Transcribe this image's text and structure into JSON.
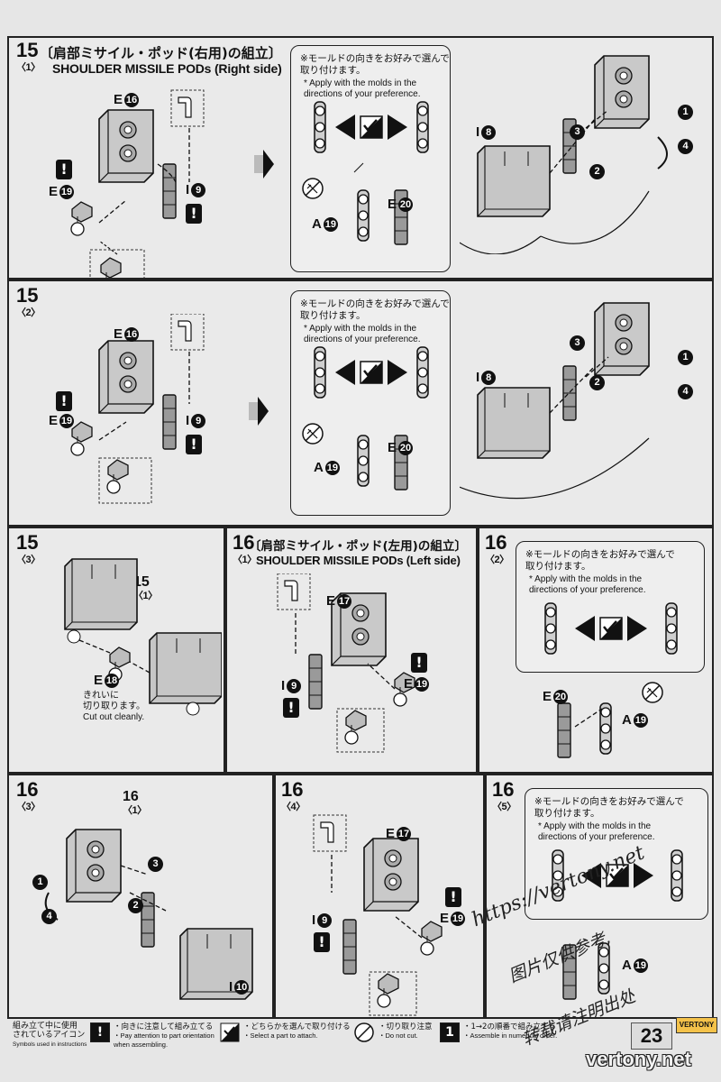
{
  "panels": {
    "p15_1": {
      "step": "15",
      "sub": "〈1〉",
      "ja": "〔肩部ミサイル・ポッド(右用)の組立〕",
      "en": "SHOULDER MISSILE PODs (Right side)"
    },
    "p15_2": {
      "step": "15",
      "sub": "〈2〉"
    },
    "p15_3": {
      "step": "15",
      "sub": "〈3〉",
      "ref_step": "15",
      "ref_sub": "〈1〉",
      "cut_ja_1": "きれいに",
      "cut_ja_2": "切り取ります。",
      "cut_en": "Cut out cleanly."
    },
    "p16_1": {
      "step": "16",
      "sub": "〈1〉",
      "ja": "〔肩部ミサイル・ポッド(左用)の組立〕",
      "en": "SHOULDER MISSILE PODs (Left side)"
    },
    "p16_2": {
      "step": "16",
      "sub": "〈2〉"
    },
    "p16_3": {
      "step": "16",
      "sub": "〈3〉",
      "ref_step": "16",
      "ref_sub": "〈1〉"
    },
    "p16_4": {
      "step": "16",
      "sub": "〈4〉"
    },
    "p16_5": {
      "step": "16",
      "sub": "〈5〉"
    }
  },
  "note": {
    "ja_1": "※モールドの向きをお好みで選んで",
    "ja_2": "取り付けます。",
    "en_1": "* Apply with the molds in the",
    "en_2": "directions of your preference."
  },
  "parts": {
    "E": "E",
    "A": "A",
    "I": "I",
    "n8": "8",
    "n9": "9",
    "n10": "10",
    "n16": "16",
    "n17": "17",
    "n18": "18",
    "n19": "19",
    "n20": "20"
  },
  "order": {
    "n1": "1",
    "n2": "2",
    "n3": "3",
    "n4": "4"
  },
  "warn_symbol": "!",
  "legend": {
    "title_ja_1": "組み立て中に使用",
    "title_ja_2": "されているアイコン",
    "title_en": "Symbols used in instructions",
    "i1_ja": "・向きに注意して組み立てる",
    "i1_en_1": "・Pay attention to part orientation",
    "i1_en_2": "when assembling.",
    "i2_ja": "・どちらかを選んで取り付ける",
    "i2_en": "・Select a part to attach.",
    "i3_ja": "・切り取り注意",
    "i3_en": "・Do not cut.",
    "i4_ja": "・1→2の順番で組み立てる",
    "i4_en": "・Assemble in numerical order.",
    "page": "23",
    "brand": "VERTONY"
  },
  "watermark": {
    "url": "https://vertony.net",
    "cn_1": "图片仅供参考,",
    "cn_2": "转载请注明出处",
    "site": "vertony.net"
  },
  "colors": {
    "part_fill": "#c9c9c9",
    "ink": "#111111",
    "paper": "#e6e6e6"
  }
}
